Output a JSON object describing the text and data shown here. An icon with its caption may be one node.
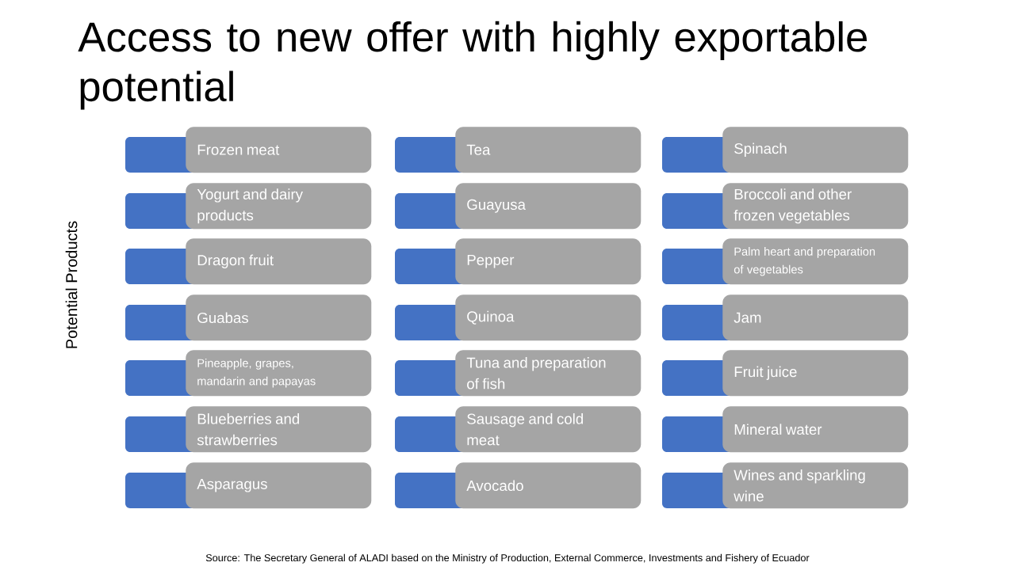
{
  "diagram": {
    "title": "Access to new offer with highly exportable potential",
    "caption": "Source: The Secretary General of ALADI based on the Ministry of Production, External Commerce, Investments and Fishery of Ecuador",
    "nodes": [
      {
        "text": [
          "Frozen meat"
        ]
      },
      {
        "text": [
          "Yogurt and dairy products"
        ]
      },
      {
        "text": [
          "Dragon fruit"
        ]
      },
      {
        "text": [
          "Guabas"
        ]
      },
      {
        "text": [
          "Pineapple, grapes, mandarin and papayas"
        ]
      },
      {
        "text": [
          "Blueberries and strawberries"
        ]
      },
      {
        "text": [
          "Asparagus"
        ]
      },
      {
        "text": [
          "Tea"
        ]
      },
      {
        "text": [
          "Guayusa"
        ]
      },
      {
        "text": [
          "Pepper"
        ]
      },
      {
        "text": [
          "Quinoa"
        ]
      },
      {
        "text": [
          "Tuna and preparation of fish"
        ]
      },
      {
        "text": [
          "Sausage and cold meat"
        ]
      },
      {
        "text": [
          "Avocado"
        ]
      },
      {
        "text": [
          "Spinach"
        ]
      },
      {
        "text": [
          "Broccoli and other frozen vegetables"
        ]
      },
      {
        "text": [
          "Palm heart and preparation of vegetables"
        ]
      },
      {
        "text": [
          "Jam"
        ]
      },
      {
        "text": [
          "Fruit juice"
        ]
      },
      {
        "text": [
          "Mineral water"
        ]
      },
      {
        "text": [
          "Wines and sparkling wine"
        ]
      }
    ],
    "labels": [
      "Potential Products"
    ]
  }
}
